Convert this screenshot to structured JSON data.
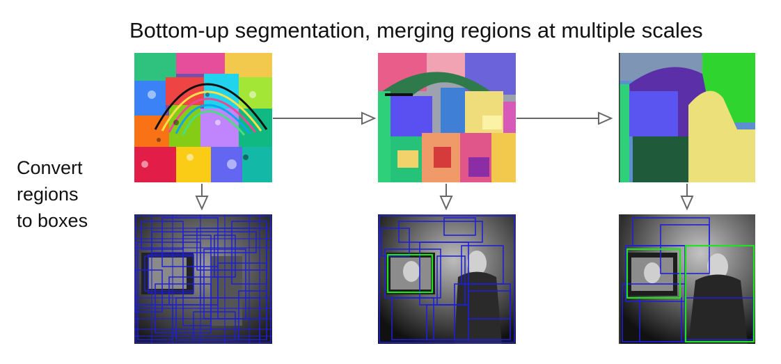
{
  "title": "Bottom-up segmentation, merging regions at multiple scales",
  "side_label": {
    "lines": [
      "Convert",
      "regions",
      "to boxes"
    ]
  },
  "panels": {
    "segmentation": [
      "fine-scale segmentation",
      "medium-scale segmentation",
      "coarse-scale segmentation"
    ],
    "boxes": [
      "fine-scale box proposals",
      "medium-scale box proposals",
      "coarse-scale box proposals"
    ]
  },
  "colors": {
    "box_stroke": "#1f1fd6",
    "highlight_box": "#22e022",
    "arrow": "#666666"
  }
}
